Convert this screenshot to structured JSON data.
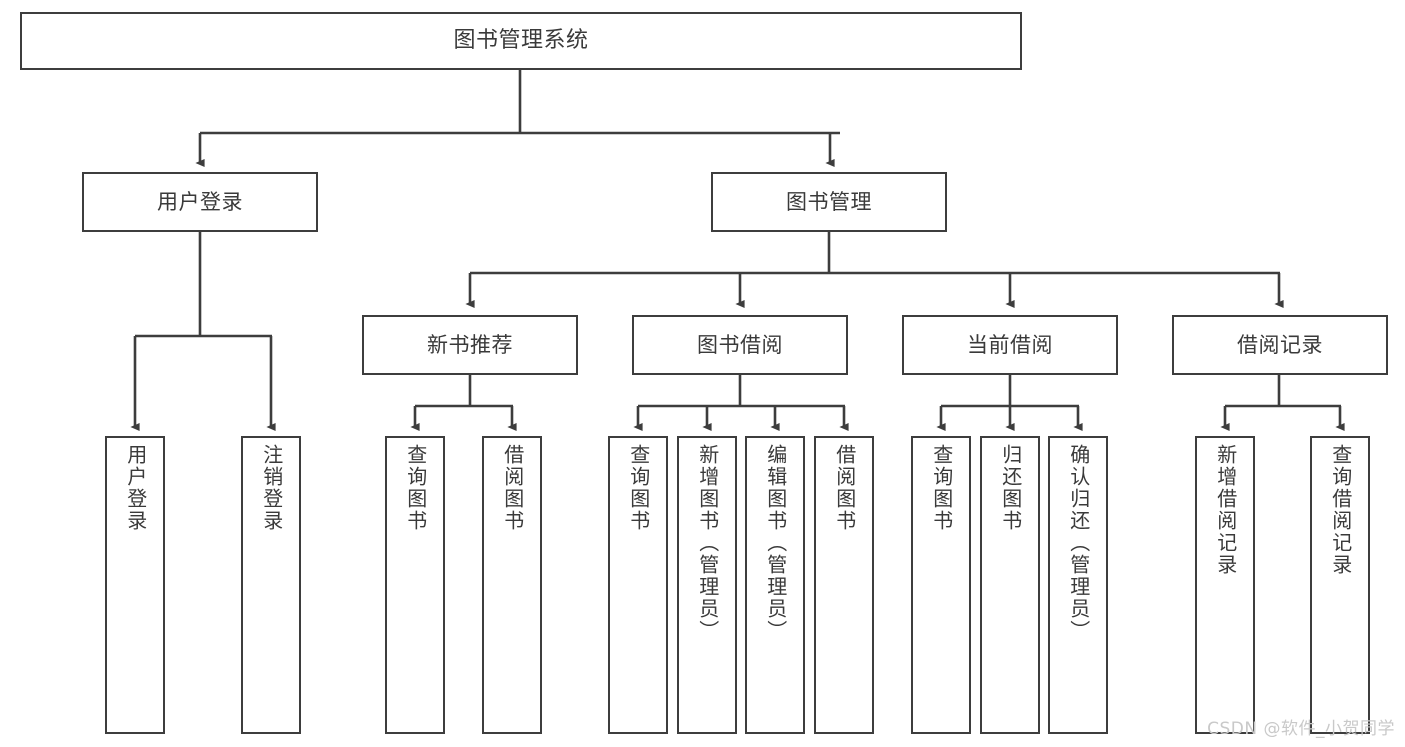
{
  "diagram": {
    "title": "图书管理系统",
    "type": "tree-hierarchy",
    "watermark": "CSDN @软件_小贺同学",
    "colors": {
      "background": "#ffffff",
      "box_border": "#3d3d3d",
      "box_fill": "#ffffff",
      "text": "#3a3a3a",
      "connector": "#3d3d3d",
      "watermark": "#c9c9c9"
    },
    "root": {
      "label": "图书管理系统"
    },
    "level2": [
      {
        "label": "用户登录"
      },
      {
        "label": "图书管理"
      }
    ],
    "level3": [
      {
        "label": "新书推荐"
      },
      {
        "label": "图书借阅"
      },
      {
        "label": "当前借阅"
      },
      {
        "label": "借阅记录"
      }
    ],
    "leaves": {
      "user_login": [
        {
          "label": "用户登录"
        },
        {
          "label": "注销登录"
        }
      ],
      "new_book_recommend": [
        {
          "label": "查询图书"
        },
        {
          "label": "借阅图书"
        }
      ],
      "book_borrow": [
        {
          "label": "查询图书"
        },
        {
          "label": "新增图书（管理员）"
        },
        {
          "label": "编辑图书（管理员）"
        },
        {
          "label": "借阅图书"
        }
      ],
      "current_borrow": [
        {
          "label": "查询图书"
        },
        {
          "label": "归还图书"
        },
        {
          "label": "确认归还（管理员）"
        }
      ],
      "borrow_record": [
        {
          "label": "新增借阅记录"
        },
        {
          "label": "查询借阅记录"
        }
      ]
    }
  }
}
